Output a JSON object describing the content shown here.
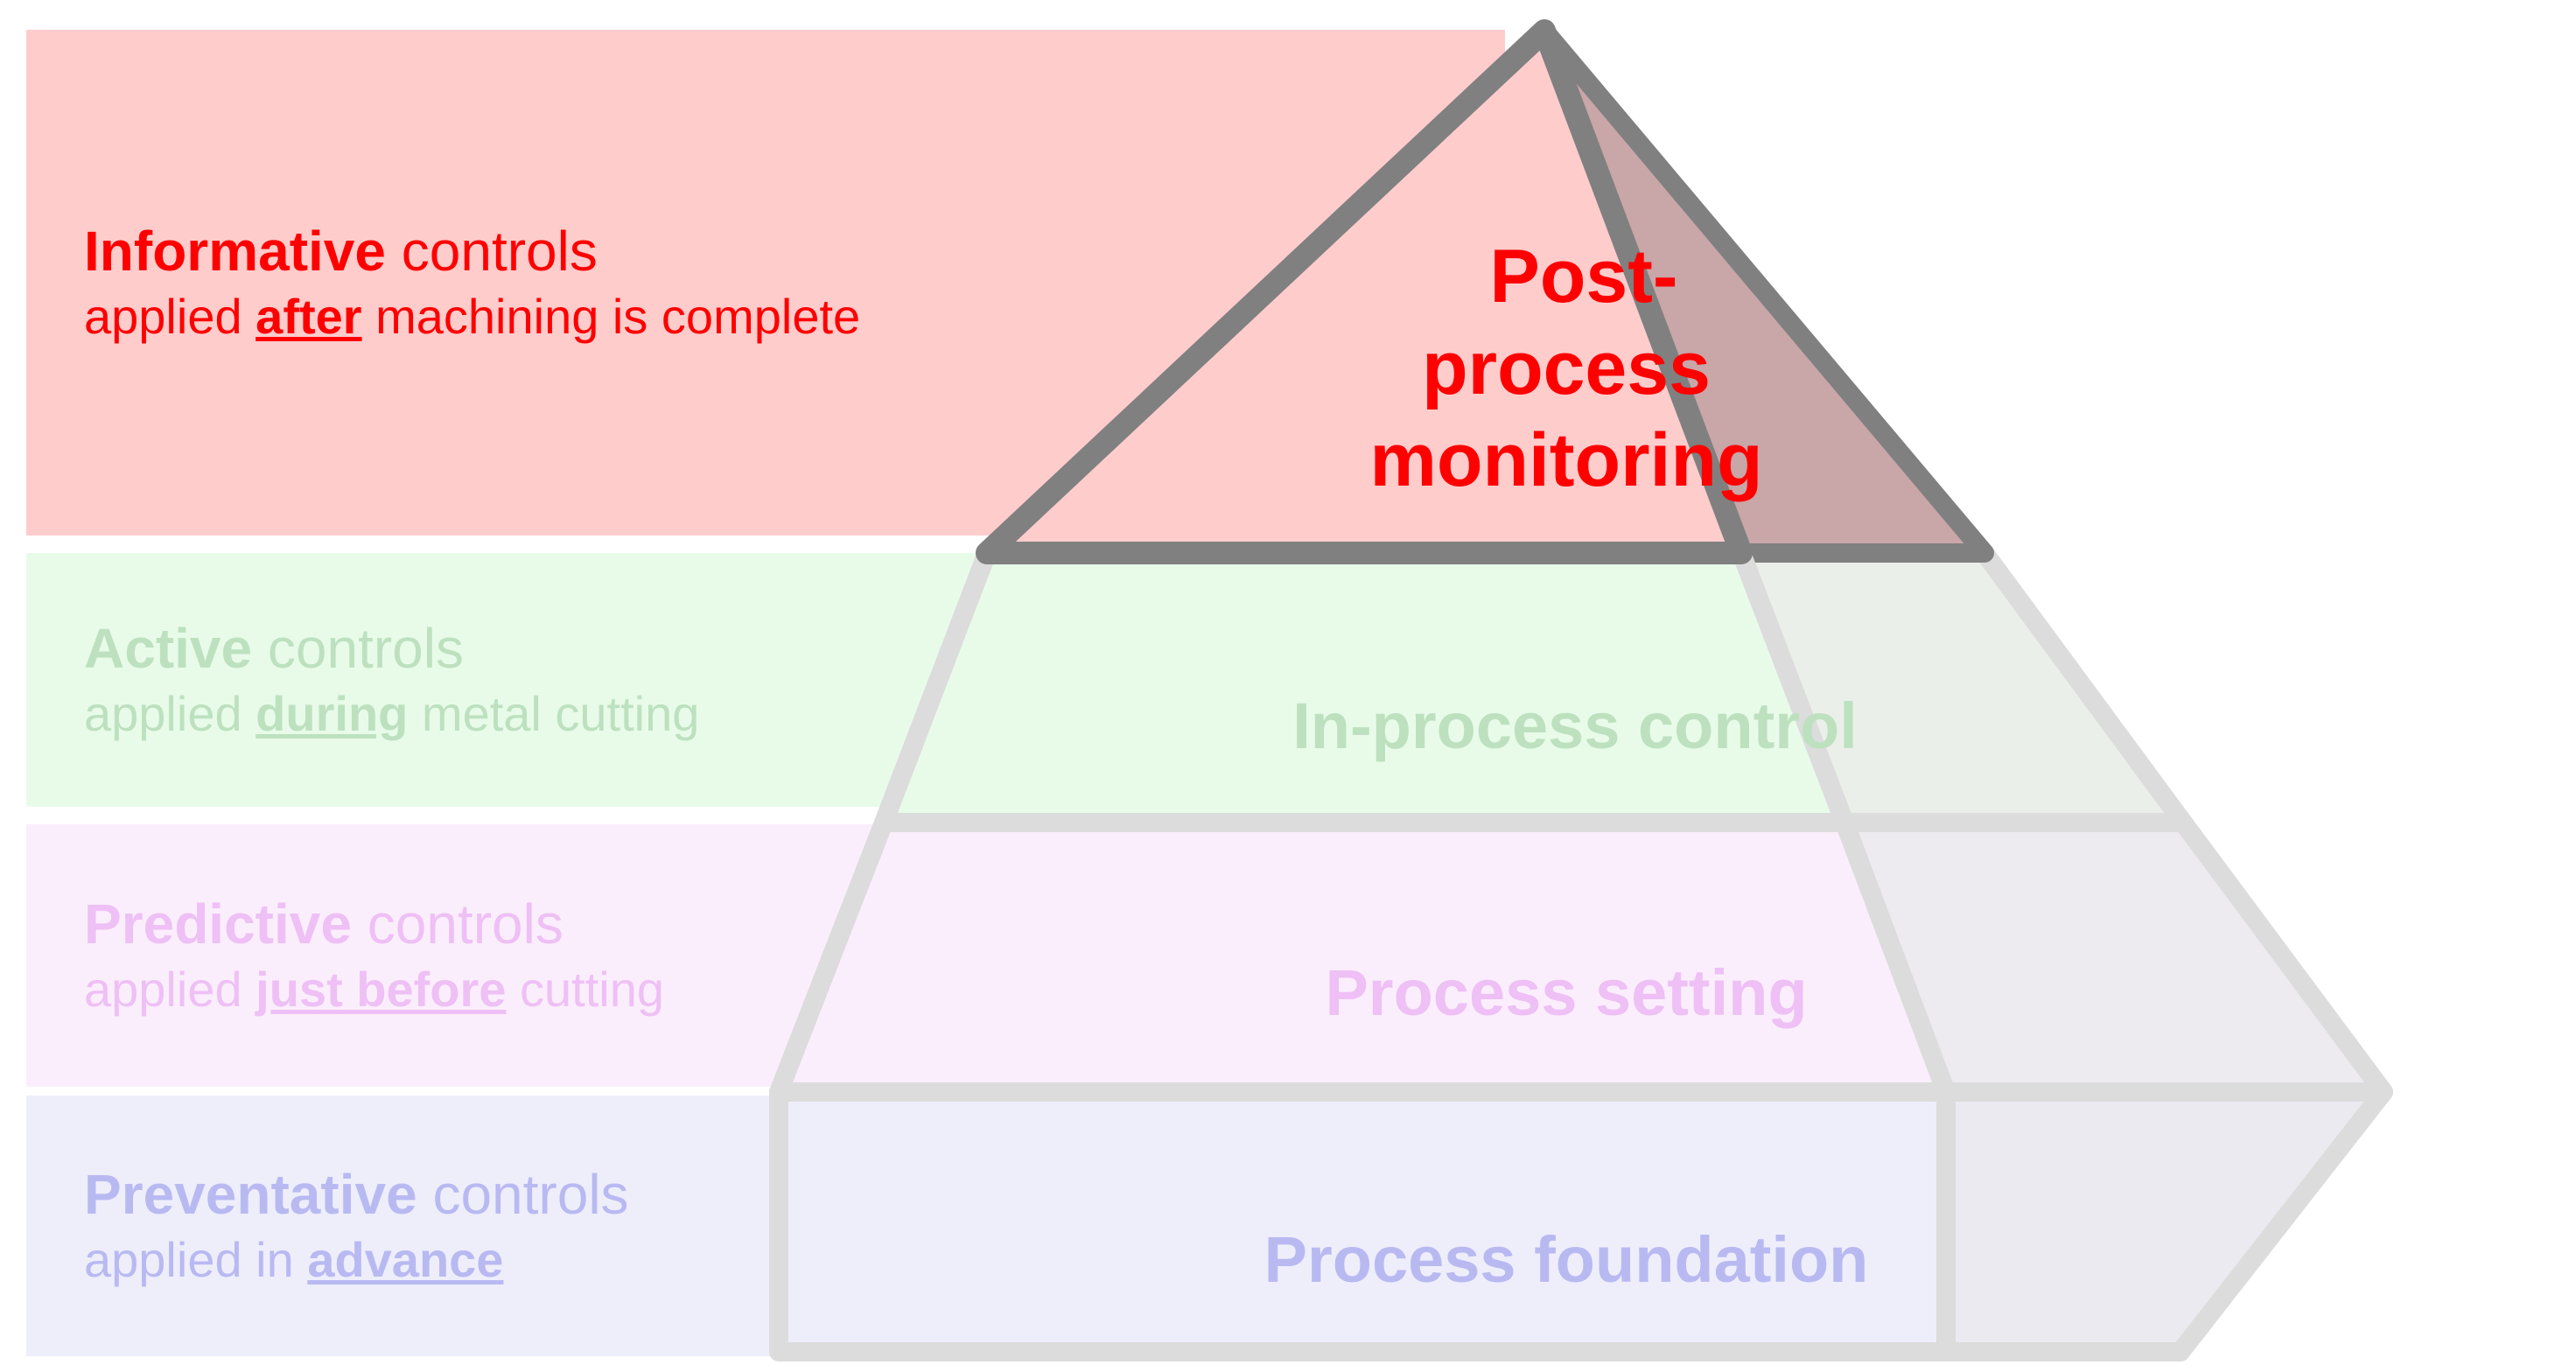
{
  "diagram": {
    "title": "Process control pyramid",
    "colors": {
      "informative_bg": "#ffcccc",
      "informative_text": "#ff0000",
      "active_bg": "#e8fbe9",
      "active_text": "#bde1bf",
      "predictive_bg": "#fbeefc",
      "predictive_text": "#eec0f5",
      "preventative_bg": "#eeeefb",
      "preventative_text": "#b9b9f2",
      "apex_outline": "#808080",
      "pyramid_edge": "#dcdcdc"
    }
  },
  "bands": [
    {
      "key": "informative",
      "line1_bold": "Informative",
      "line1_rest": " controls",
      "line2_pre": "applied ",
      "line2_emph": "after",
      "line2_post": " machining is complete"
    },
    {
      "key": "active",
      "line1_bold": "Active",
      "line1_rest": " controls",
      "line2_pre": "applied ",
      "line2_emph": "during",
      "line2_post": " metal cutting"
    },
    {
      "key": "predictive",
      "line1_bold": "Predictive",
      "line1_rest": " controls",
      "line2_pre": "applied ",
      "line2_emph": "just before",
      "line2_post": " cutting"
    },
    {
      "key": "preventative",
      "line1_bold": "Preventative",
      "line1_rest": " controls",
      "line2_pre": "applied in ",
      "line2_emph": "advance",
      "line2_post": ""
    }
  ],
  "pyramid": {
    "apex_label_line1": "Post-",
    "apex_label_line2": "process",
    "apex_label_line3": "monitoring",
    "tier2_label": "In-process control",
    "tier3_label": "Process setting",
    "tier4_label": "Process foundation"
  }
}
